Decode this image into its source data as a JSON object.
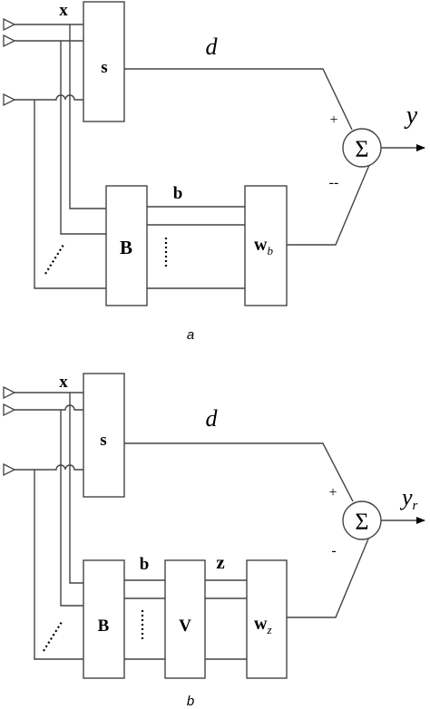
{
  "diagram_a": {
    "caption": "a",
    "input_label": "x",
    "block_s": "s",
    "signal_d": "d",
    "block_B": "B",
    "signal_b": "b",
    "block_w_base": "w",
    "block_w_sub": "b",
    "sum_symbol": "Σ",
    "plus_sign": "+",
    "minus_sign": "--",
    "output_label": "y"
  },
  "diagram_b": {
    "caption": "b",
    "input_label": "x",
    "block_s": "s",
    "signal_d": "d",
    "block_B": "B",
    "signal_b": "b",
    "block_V": "V",
    "signal_z": "z",
    "block_w_base": "w",
    "block_w_sub": "z",
    "sum_symbol": "Σ",
    "plus_sign": "+",
    "minus_sign": "-",
    "output_label_base": "y",
    "output_label_sub": "r"
  }
}
